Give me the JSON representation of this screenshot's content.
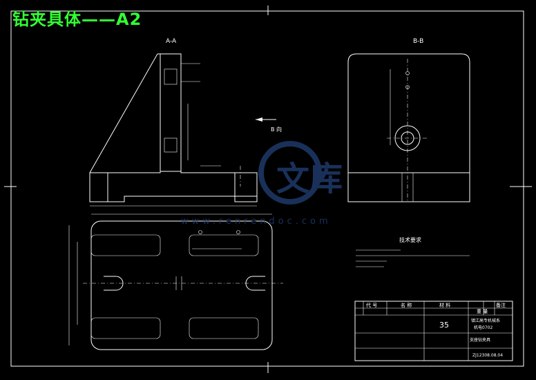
{
  "title": "钻夹具体——A2",
  "views": {
    "section_aa": "A-A",
    "section_bb": "B-B",
    "arrow_b": "B 向"
  },
  "watermark": {
    "chars": "文库",
    "url": "www.renrendoc.com"
  },
  "tech_requirements": {
    "heading": "技术要求"
  },
  "title_block": {
    "col_code": "代 号",
    "col_name": "名 称",
    "col_material": "材 料",
    "col_remark": "备注",
    "weight_label": "重 量",
    "material_value": "35",
    "school": "镇江高专机械系",
    "class_code": "机电0702",
    "part_name": "支座钻夹具",
    "drawing_number": "ZJ12308.08.04"
  },
  "colors": {
    "title": "#33ff33",
    "lines": "#ffffff",
    "background": "#000000",
    "watermark": "#1e3a6a"
  }
}
